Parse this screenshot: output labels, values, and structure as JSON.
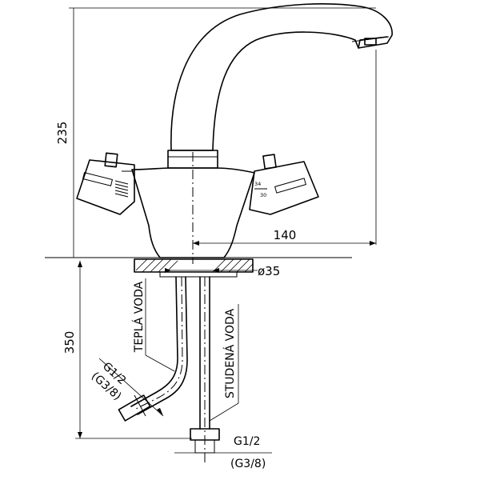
{
  "dimensions": {
    "height_upper": "235",
    "height_lower": "350",
    "reach": "140",
    "base_diameter": "ø35"
  },
  "labels": {
    "hot_water": "TEPLÁ VODA",
    "cold_water": "STUDENÁ VODA",
    "thread_hot_main": "G1/2",
    "thread_hot_alt": "(G3/8)",
    "thread_cold_main": "G1/2",
    "thread_cold_alt": "(G3/8)"
  },
  "scale_marks": {
    "upper": "34",
    "lower": "30"
  }
}
